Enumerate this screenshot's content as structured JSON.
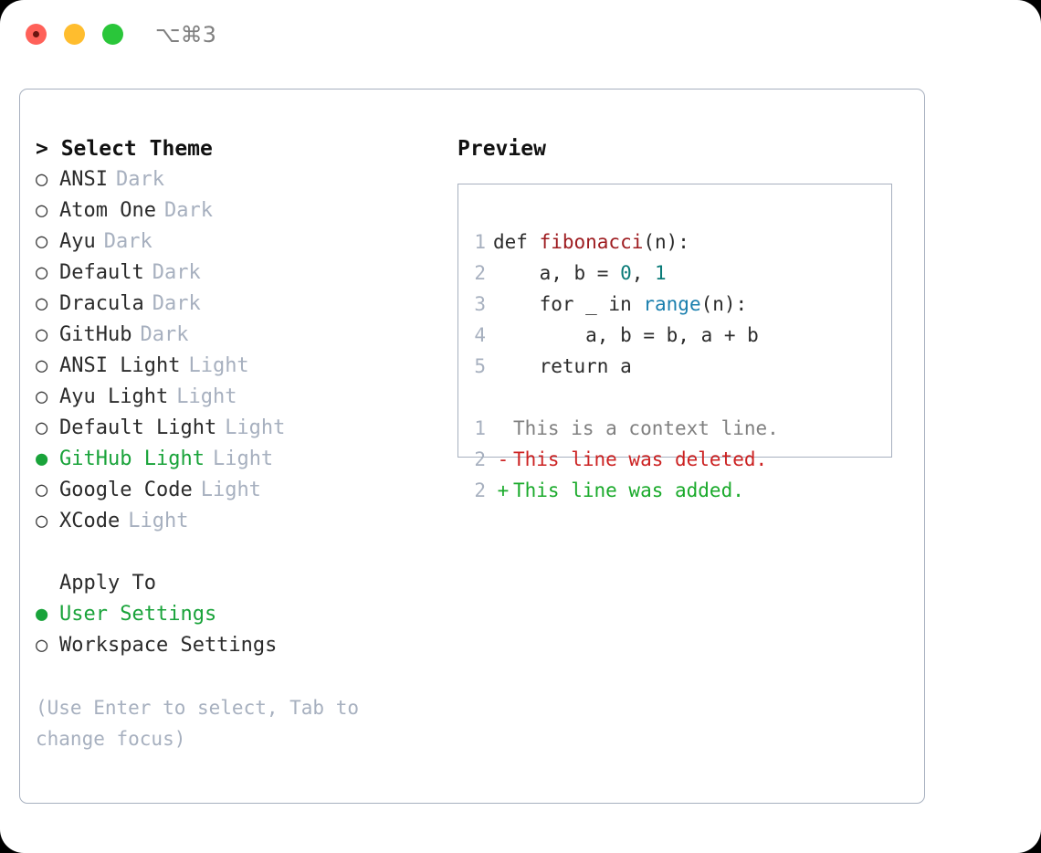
{
  "titlebar": {
    "shortcut": "⌥⌘3",
    "lights": [
      "close-red",
      "minimize-yellow",
      "zoom-green"
    ]
  },
  "theme_panel": {
    "heading": "> Select Theme",
    "prompt_char": ">",
    "items": [
      {
        "bullet": "○",
        "label": "ANSI",
        "tag": "Dark",
        "selected": false
      },
      {
        "bullet": "○",
        "label": "Atom One",
        "tag": "Dark",
        "selected": false
      },
      {
        "bullet": "○",
        "label": "Ayu",
        "tag": "Dark",
        "selected": false
      },
      {
        "bullet": "○",
        "label": "Default",
        "tag": "Dark",
        "selected": false
      },
      {
        "bullet": "○",
        "label": "Dracula",
        "tag": "Dark",
        "selected": false
      },
      {
        "bullet": "○",
        "label": "GitHub",
        "tag": "Dark",
        "selected": false
      },
      {
        "bullet": "○",
        "label": "ANSI Light",
        "tag": "Light",
        "selected": false
      },
      {
        "bullet": "○",
        "label": "Ayu Light",
        "tag": "Light",
        "selected": false
      },
      {
        "bullet": "○",
        "label": "Default Light",
        "tag": "Light",
        "selected": false
      },
      {
        "bullet": "●",
        "label": "GitHub Light",
        "tag": "Light",
        "selected": true
      },
      {
        "bullet": "○",
        "label": "Google Code",
        "tag": "Light",
        "selected": false
      },
      {
        "bullet": "○",
        "label": "XCode",
        "tag": "Light",
        "selected": false
      }
    ]
  },
  "apply_to": {
    "heading": "Apply To",
    "options": [
      {
        "bullet": "●",
        "label": "User Settings",
        "selected": true
      },
      {
        "bullet": "○",
        "label": "Workspace Settings",
        "selected": false
      }
    ]
  },
  "hint": "(Use Enter to select, Tab to change focus)",
  "preview": {
    "heading": "Preview",
    "code_lines": [
      {
        "no": "1",
        "parts": [
          {
            "t": "def ",
            "k": "plain"
          },
          {
            "t": "fibonacci",
            "k": "fn"
          },
          {
            "t": "(n):",
            "k": "plain"
          }
        ]
      },
      {
        "no": "2",
        "parts": [
          {
            "t": "    a, b = ",
            "k": "plain"
          },
          {
            "t": "0",
            "k": "num"
          },
          {
            "t": ", ",
            "k": "plain"
          },
          {
            "t": "1",
            "k": "num"
          }
        ]
      },
      {
        "no": "3",
        "parts": [
          {
            "t": "    for _ in ",
            "k": "plain"
          },
          {
            "t": "range",
            "k": "bi"
          },
          {
            "t": "(n):",
            "k": "plain"
          }
        ]
      },
      {
        "no": "4",
        "parts": [
          {
            "t": "        a, b = b, a + b",
            "k": "plain"
          }
        ]
      },
      {
        "no": "5",
        "parts": [
          {
            "t": "    return a",
            "k": "plain"
          }
        ]
      }
    ],
    "diff_lines": [
      {
        "no": "1",
        "marker": " ",
        "text": "This is a context line.",
        "kind": "ctx"
      },
      {
        "no": "2",
        "marker": "-",
        "text": "This line was deleted.",
        "kind": "del"
      },
      {
        "no": "2",
        "marker": "+",
        "text": "This line was added.",
        "kind": "add"
      }
    ]
  },
  "colors": {
    "accent_green": "#19a33a",
    "muted": "#a7b0bf",
    "border": "#a7b0bf",
    "text": "#2b2b2b",
    "diff_add": "#1aaa2b",
    "diff_del": "#cc2222",
    "syntax_fn": "#9e1c20",
    "syntax_num": "#0a7b78",
    "syntax_builtin": "#1a7fae"
  }
}
